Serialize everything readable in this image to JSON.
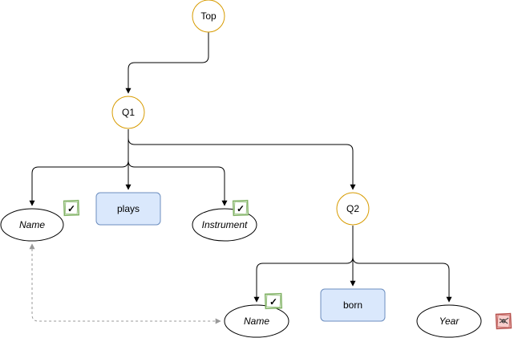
{
  "diagram": {
    "nodes": {
      "top": {
        "label": "Top"
      },
      "q1": {
        "label": "Q1"
      },
      "q2": {
        "label": "Q2"
      },
      "name1": {
        "label": "Name"
      },
      "plays": {
        "label": "plays"
      },
      "instrument": {
        "label": "Instrument"
      },
      "name2": {
        "label": "Name"
      },
      "born": {
        "label": "born"
      },
      "year": {
        "label": "Year"
      }
    },
    "badges": {
      "check": "✓",
      "check_color": "#82b366",
      "cross_color": "#b85450"
    },
    "colors": {
      "question_stroke": "#d79b00",
      "relation_fill": "#dae8fc",
      "relation_stroke": "#6c8ebf",
      "dashed_link": "#999999"
    }
  }
}
